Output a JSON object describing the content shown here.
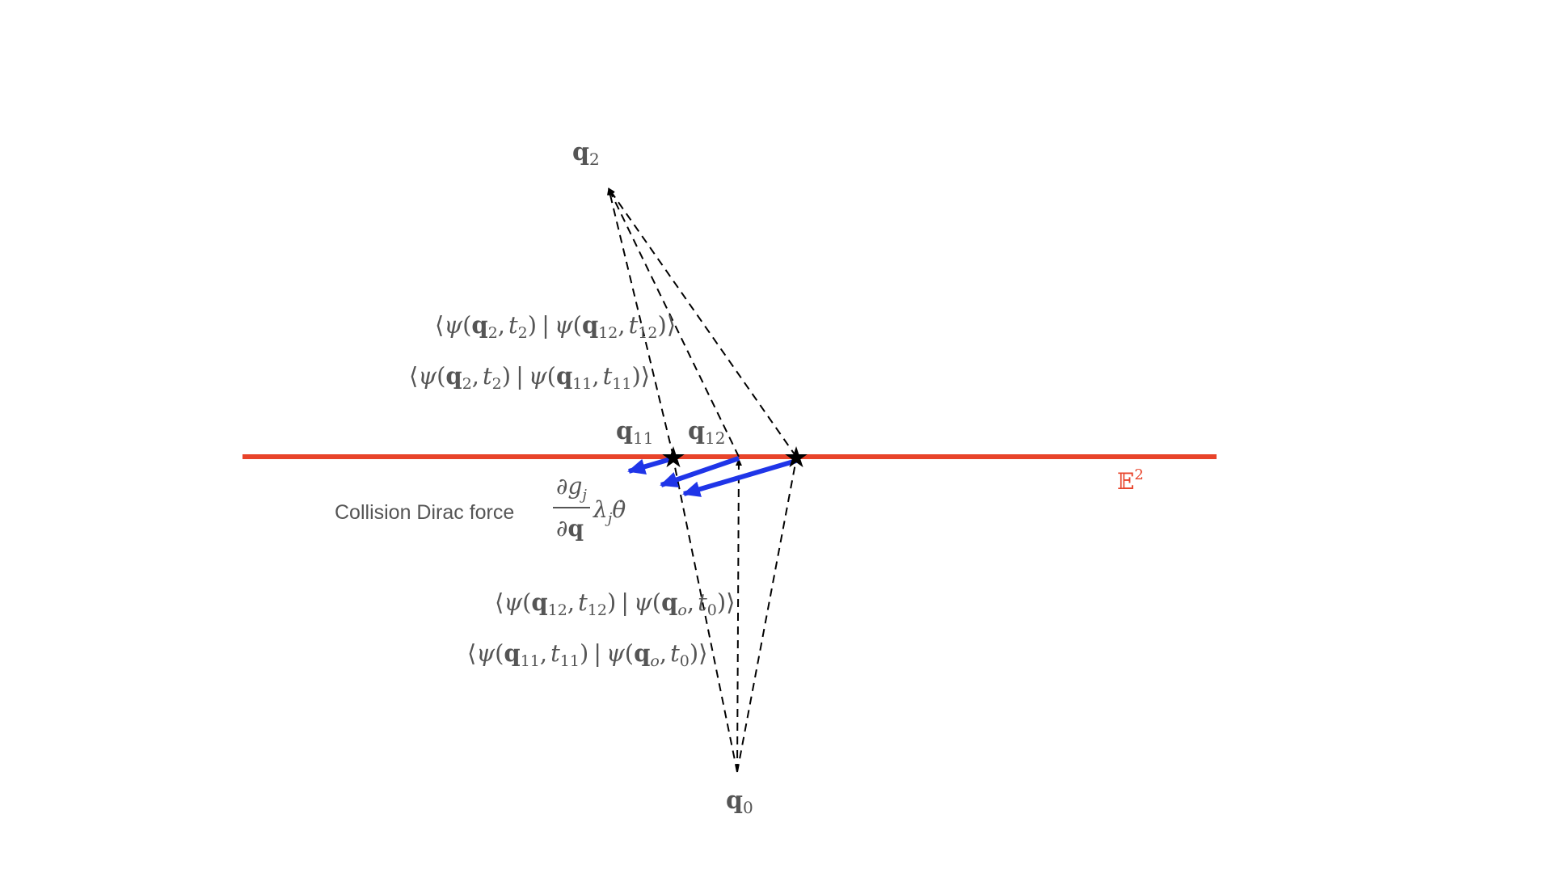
{
  "points": {
    "q2": {
      "base": "q",
      "sub": "2"
    },
    "q11": {
      "base": "q",
      "sub": "11"
    },
    "q12": {
      "base": "q",
      "sub": "12"
    },
    "q0": {
      "base": "q",
      "sub": "0"
    }
  },
  "space_label": {
    "base": "𝔼",
    "sup": "2"
  },
  "force_label": {
    "text": "Collision Dirac force",
    "numerator": "∂g",
    "numerator_sub": "j",
    "denominator_partial": "∂",
    "denominator_q": "q",
    "lambda": "λ",
    "lambda_sub": "j",
    "theta_dot": "θ̇"
  },
  "amplitudes": {
    "a1": {
      "left_point": "q",
      "left_sub": "2",
      "left_time": "t",
      "left_time_sub": "2",
      "right_point": "q",
      "right_sub": "12",
      "right_time": "t",
      "right_time_sub": "12"
    },
    "a2": {
      "left_point": "q",
      "left_sub": "2",
      "left_time": "t",
      "left_time_sub": "2",
      "right_point": "q",
      "right_sub": "11",
      "right_time": "t",
      "right_time_sub": "11"
    },
    "a3": {
      "left_point": "q",
      "left_sub": "12",
      "left_time": "t",
      "left_time_sub": "12",
      "right_point": "q",
      "right_sub": "o",
      "right_time": "t",
      "right_time_sub": "0"
    },
    "a4": {
      "left_point": "q",
      "left_sub": "11",
      "left_time": "t",
      "left_time_sub": "11",
      "right_point": "q",
      "right_sub": "o",
      "right_time": "t",
      "right_time_sub": "0"
    }
  },
  "symbols": {
    "psi": "ψ",
    "langle": "⟨",
    "rangle": "⟩",
    "bar": "|",
    "comma": ",",
    "lparen": "(",
    "rparen": ")",
    "star": "★"
  },
  "colors": {
    "surface_line": "#e8432a",
    "force_arrow": "#1f35e8",
    "path_line": "#000000",
    "label_text": "#555555",
    "star": "#000000"
  }
}
